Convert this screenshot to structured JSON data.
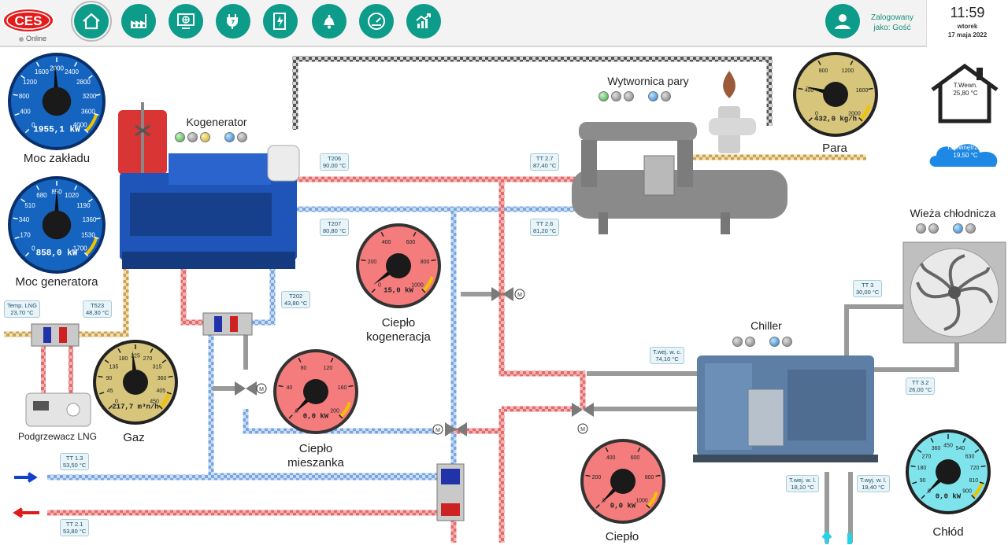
{
  "header": {
    "logo_text": "CES",
    "status": "Online",
    "user_line1": "Zalogowany",
    "user_line2": "jako: Gość",
    "time": "11:59",
    "weekday": "wtorek",
    "date": "17 maja 2022",
    "nav": [
      {
        "name": "home-icon"
      },
      {
        "name": "factory-icon"
      },
      {
        "name": "monitor-fan-icon"
      },
      {
        "name": "power-plug-icon"
      },
      {
        "name": "electric-panel-icon"
      },
      {
        "name": "bell-icon"
      },
      {
        "name": "gauge-icon"
      },
      {
        "name": "trend-chart-icon"
      }
    ]
  },
  "gauges": {
    "plant_power": {
      "label": "Moc zakładu",
      "value": "1955,1 kW",
      "ticks": [
        "0",
        "400",
        "800",
        "1200",
        "1600",
        "2000",
        "2400",
        "2800",
        "3200",
        "3600",
        "4000"
      ],
      "fraction": 0.49
    },
    "generator_power": {
      "label": "Moc generatora",
      "value": "858,0 kW",
      "ticks": [
        "0",
        "170",
        "340",
        "510",
        "680",
        "850",
        "1020",
        "1190",
        "1360",
        "1530",
        "1700"
      ],
      "fraction": 0.5
    },
    "gas": {
      "label": "Gaz",
      "value": "217,7 m³n/h",
      "ticks": [
        "0",
        "45",
        "90",
        "135",
        "180",
        "225",
        "270",
        "315",
        "360",
        "405",
        "450"
      ],
      "fraction": 0.48
    },
    "heat_cogen": {
      "label_1": "Ciepło",
      "label_2": "kogeneracja",
      "value": "15,0 kW",
      "ticks": [
        "0",
        "200",
        "400",
        "600",
        "800",
        "1000"
      ],
      "fraction": 0.03
    },
    "heat_mix": {
      "label_1": "Ciepło",
      "label_2": "mieszanka",
      "value": "0,0 kW",
      "ticks": [
        "0",
        "40",
        "80",
        "120",
        "160",
        "200"
      ],
      "fraction": 0.0
    },
    "heat": {
      "label": "Ciepło",
      "value": "0,0 kW",
      "ticks": [
        "0",
        "200",
        "400",
        "600",
        "800",
        "1000"
      ],
      "fraction": 0.0
    },
    "steam": {
      "label": "Para",
      "value": "432,0 kg/h",
      "ticks": [
        "0",
        "400",
        "800",
        "1200",
        "1600",
        "2000"
      ],
      "fraction": 0.22
    },
    "cold": {
      "label": "Chłód",
      "value": "0,0 kW",
      "ticks": [
        "0",
        "90",
        "180",
        "270",
        "360",
        "450",
        "540",
        "630",
        "720",
        "810",
        "900"
      ],
      "fraction": 0.0
    }
  },
  "labels": {
    "kogenerator": "Kogenerator",
    "steam_gen": "Wytwornica pary",
    "tower": "Wieża chłodnicza",
    "chiller": "Chiller",
    "lng_heater": "Podgrzewacz LNG"
  },
  "temps": {
    "t206": {
      "name": "T206",
      "value": "90,00 °C"
    },
    "tt27": {
      "name": "TT 2.7",
      "value": "87,40 °C"
    },
    "t207": {
      "name": "T207",
      "value": "80,80 °C"
    },
    "tt26": {
      "name": "TT 2.6",
      "value": "81,20 °C"
    },
    "lng": {
      "name": "Temp. LNG",
      "value": "23,70 °C"
    },
    "t523": {
      "name": "T523",
      "value": "48,30 °C"
    },
    "t202": {
      "name": "T202",
      "value": "43,80 °C"
    },
    "tt3": {
      "name": "TT 3",
      "value": "30,00 °C"
    },
    "twej_wc": {
      "name": "T.wej. w. c.",
      "value": "74,10 °C"
    },
    "tt32": {
      "name": "TT 3.2",
      "value": "26,00 °C"
    },
    "tt13": {
      "name": "TT 1.3",
      "value": "53,50 °C"
    },
    "tt21": {
      "name": "TT 2.1",
      "value": "53,80 °C"
    },
    "twej_wl": {
      "name": "T.wej. w. l.",
      "value": "18,10 °C"
    },
    "twyj_wl": {
      "name": "T.wyj. w. l.",
      "value": "19,40 °C"
    }
  },
  "environment": {
    "indoor_label": "T.Wewn.",
    "indoor_value": "25,80 °C",
    "outdoor_label": "T.Zewnętrzna",
    "outdoor_value": "19,50 °C"
  },
  "colors": {
    "teal": "#0d9b8a",
    "hot": "#e36b6b",
    "cold": "#7aa6e0",
    "gauge_blue": "#1565c0",
    "gauge_red": "#f47c7c",
    "gauge_olive": "#d6c57a",
    "gauge_cyan": "#7fe3ec"
  }
}
